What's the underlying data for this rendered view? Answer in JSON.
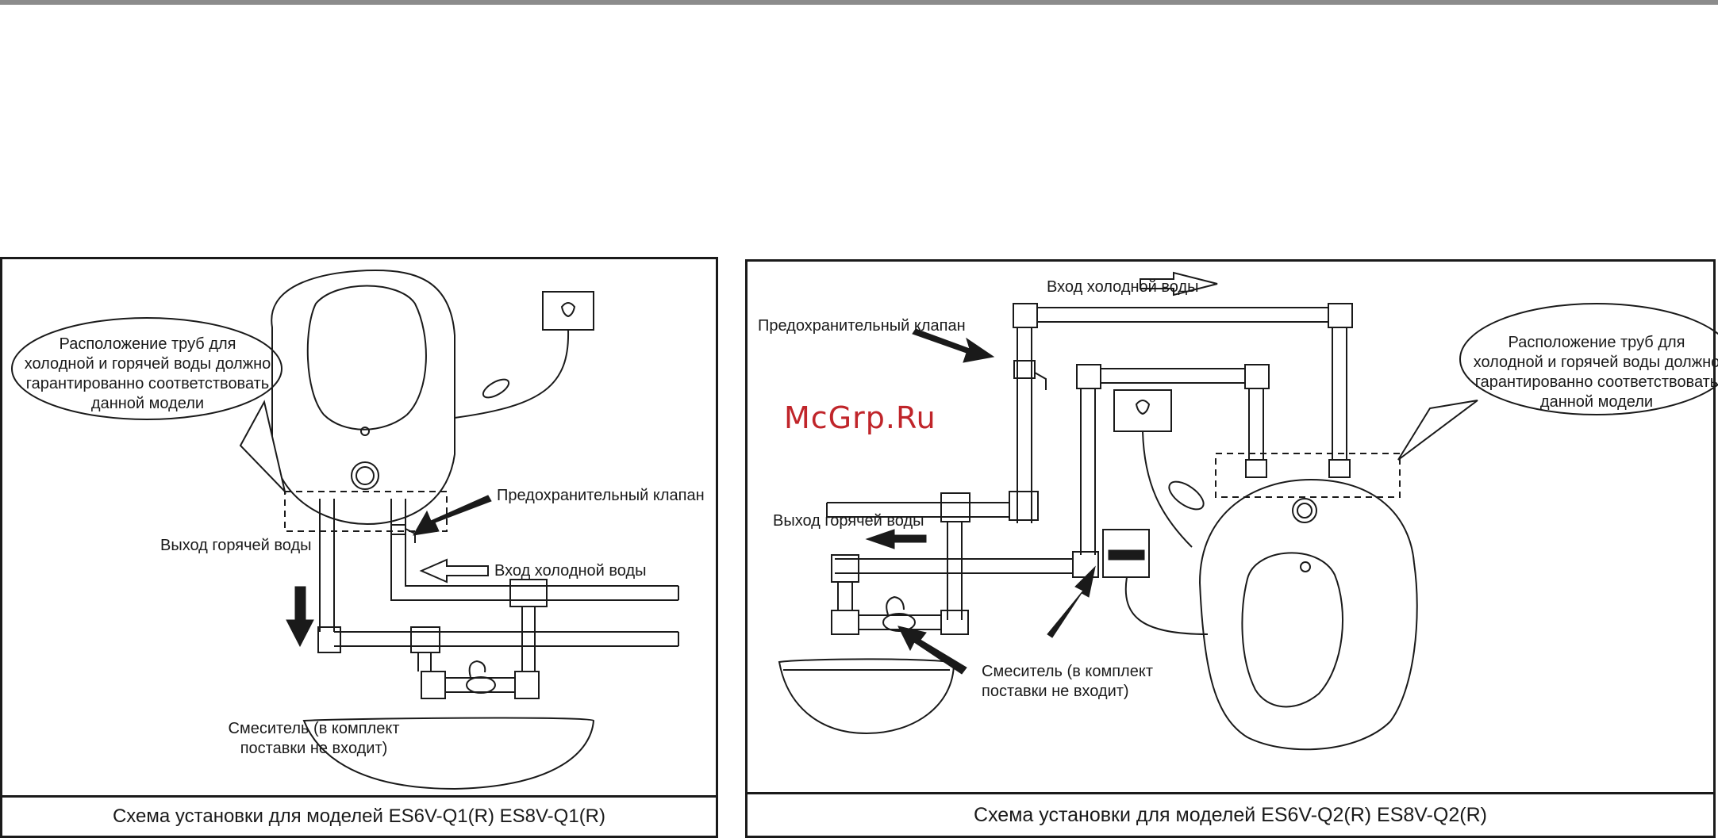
{
  "watermark": "McGrp.Ru",
  "diagram_left": {
    "caption": "Схема установки для моделей ES6V-Q1(R)  ES8V-Q1(R)",
    "bubble_lines": [
      "Расположение труб для",
      "холодной и горячей воды должно",
      "гарантированно соответствовать",
      "данной модели"
    ],
    "safety_valve": "Предохранительный клапан",
    "hot_out": "Выход горячей воды",
    "cold_in": "Вход холодной воды",
    "mixer_lines": [
      "Смеситель (в комплект",
      "поставки не входит)"
    ]
  },
  "diagram_right": {
    "caption": "Схема установки для моделей ES6V-Q2(R)  ES8V-Q2(R)",
    "bubble_lines": [
      "Расположение труб для",
      "холодной и горячей воды должно",
      "гарантированно соответствовать",
      "данной модели"
    ],
    "safety_valve": "Предохранительный клапан",
    "hot_out": "Выход горячей воды",
    "cold_in": "Вход холодной воды",
    "mixer_lines": [
      "Смеситель (в комплект",
      "поставки не входит)"
    ]
  }
}
